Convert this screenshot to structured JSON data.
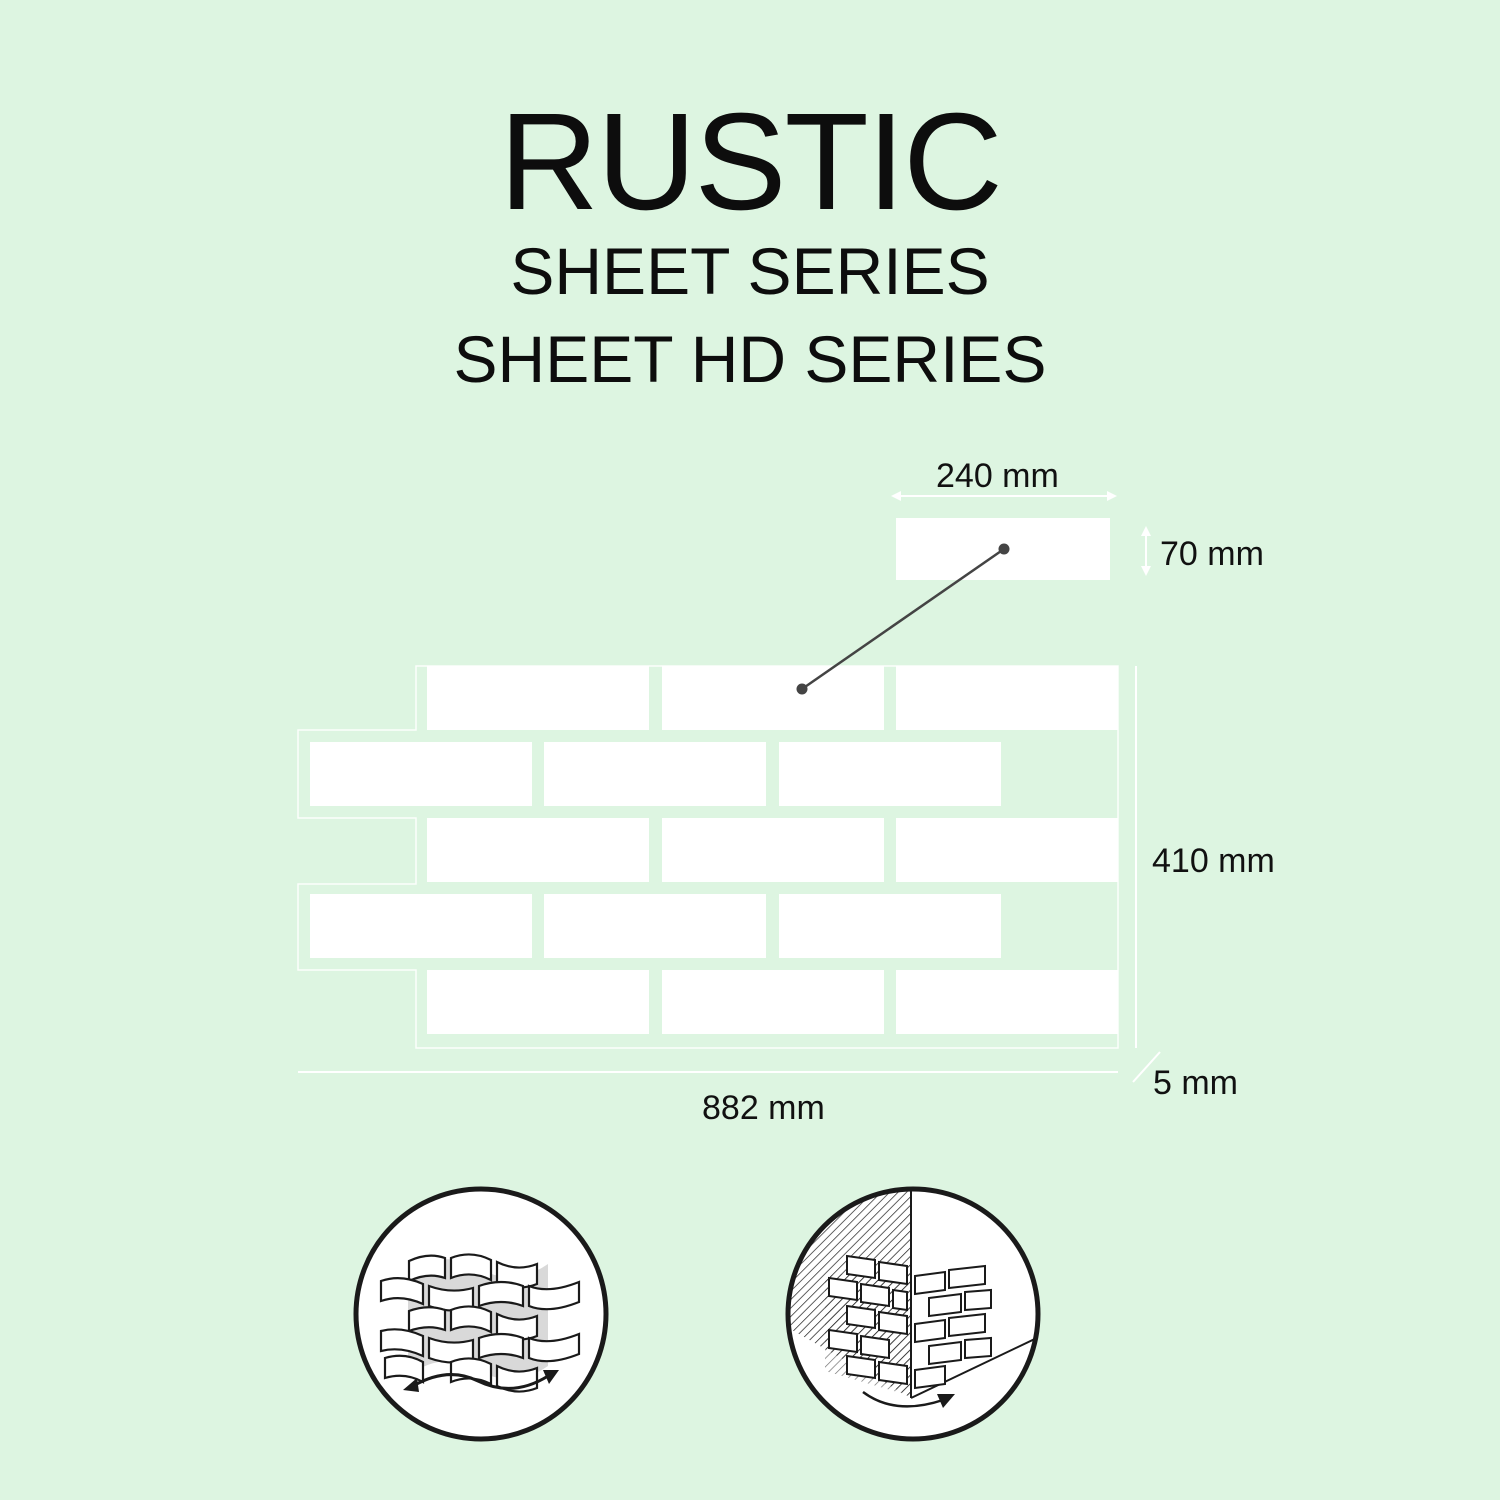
{
  "product": {
    "name": "RUSTIC",
    "series_1": "SHEET SERIES",
    "series_2": "SHEET HD SERIES"
  },
  "dimensions": {
    "brick_width": "240 mm",
    "brick_height": "70 mm",
    "sheet_height": "410 mm",
    "sheet_thickness": "5 mm",
    "sheet_width": "882 mm"
  },
  "icons": {
    "flexible": "flexible-sheet-icon",
    "corner": "corner-install-icon"
  },
  "colors": {
    "background": "#ddf5e1",
    "brick": "#ffffff",
    "text": "#111111"
  }
}
